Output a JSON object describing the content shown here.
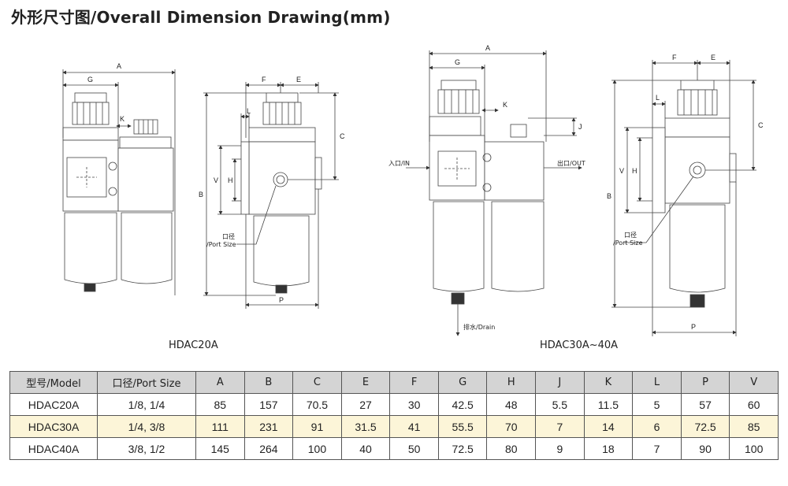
{
  "title": "外形尺寸图/Overall Dimension Drawing(mm)",
  "drawing_labels": {
    "dim_letters": {
      "A": "A",
      "B": "B",
      "C": "C",
      "E": "E",
      "F": "F",
      "G": "G",
      "H": "H",
      "J": "J",
      "K": "K",
      "L": "L",
      "P": "P",
      "V": "V"
    },
    "port_size_cn": "口径",
    "port_size_en": "/Port Size",
    "inlet": "入口/IN",
    "outlet": "出口/OUT",
    "drain": "排水/Drain",
    "caption_20": "HDAC20A",
    "caption_30_40": "HDAC30A~40A"
  },
  "table": {
    "headers": [
      "型号/Model",
      "口径/Port Size",
      "A",
      "B",
      "C",
      "E",
      "F",
      "G",
      "H",
      "J",
      "K",
      "L",
      "P",
      "V"
    ],
    "rows": [
      [
        "HDAC20A",
        "1/8, 1/4",
        "85",
        "157",
        "70.5",
        "27",
        "30",
        "42.5",
        "48",
        "5.5",
        "11.5",
        "5",
        "57",
        "60"
      ],
      [
        "HDAC30A",
        "1/4, 3/8",
        "111",
        "231",
        "91",
        "31.5",
        "41",
        "55.5",
        "70",
        "7",
        "14",
        "6",
        "72.5",
        "85"
      ],
      [
        "HDAC40A",
        "3/8, 1/2",
        "145",
        "264",
        "100",
        "40",
        "50",
        "72.5",
        "80",
        "9",
        "18",
        "7",
        "90",
        "100"
      ]
    ],
    "highlight_row": 1,
    "highlight_color": "#fcf5d8",
    "header_color": "#d4d4d4"
  }
}
